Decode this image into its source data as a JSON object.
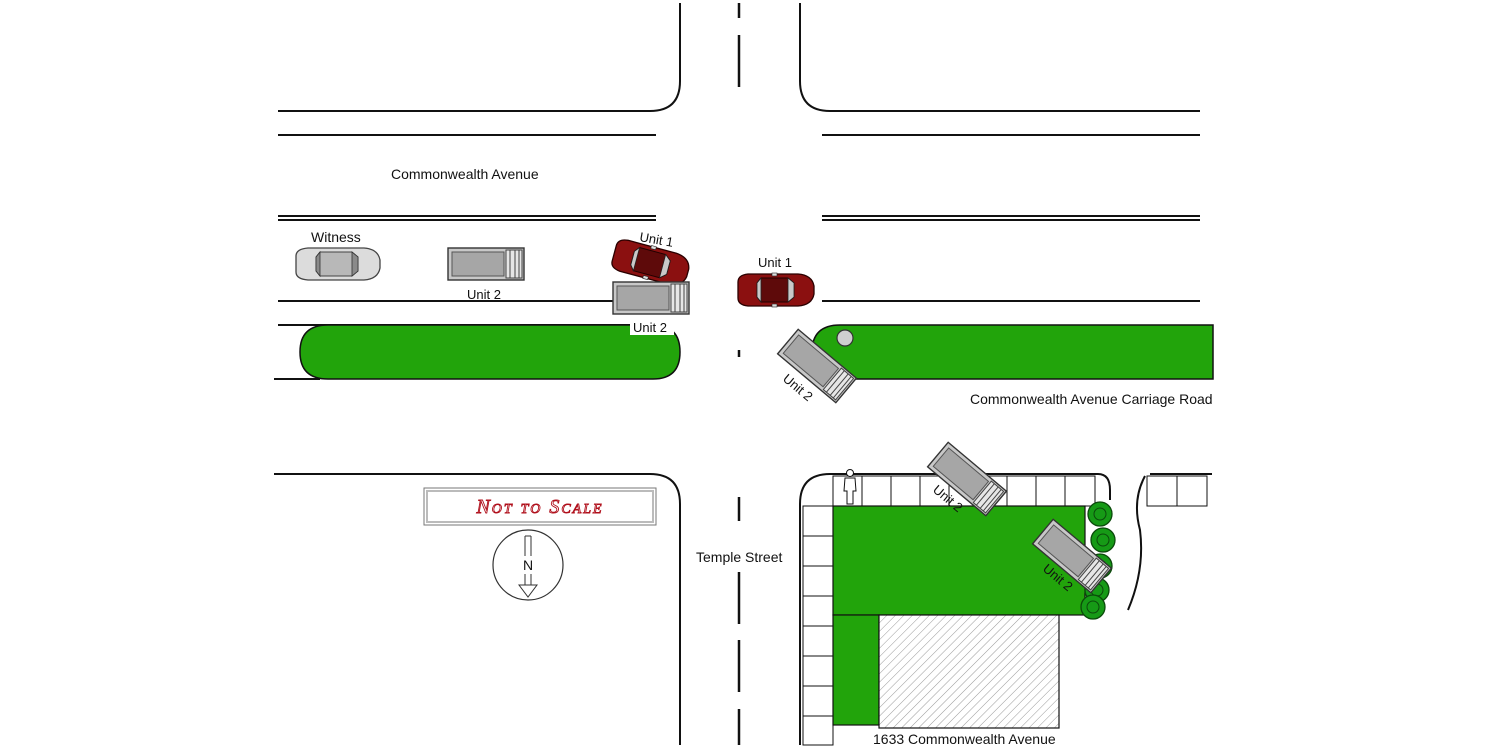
{
  "streets": {
    "main": "Commonwealth Avenue",
    "cross": "Temple Street",
    "carriage": "Commonwealth Avenue Carriage Road",
    "address": "1633 Commonwealth Avenue"
  },
  "vehicles": {
    "witness": "Witness",
    "unit1": "Unit 1",
    "unit2": "Unit 2"
  },
  "legend": {
    "scale_note": "Not to Scale",
    "north": "N"
  },
  "colors": {
    "grass": "#22a40b",
    "car_red": "#8b1010",
    "truck_gray": "#c8c8c8",
    "car_silver": "#d8d8d8",
    "scale_red": "#b0101c",
    "tree": "#169a16"
  }
}
